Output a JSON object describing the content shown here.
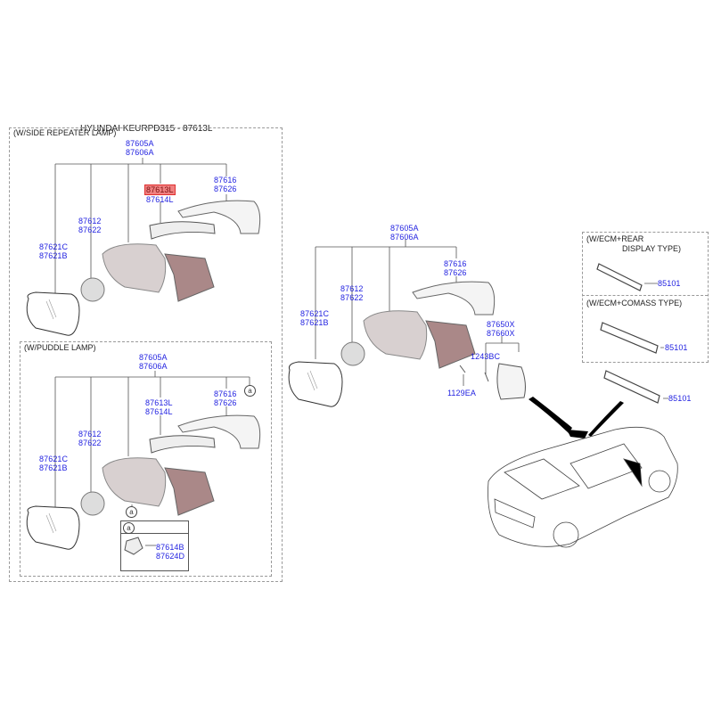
{
  "header": {
    "title": "HYUNDAI KEURPD315 - 87613L"
  },
  "colors": {
    "part_label": "#1f1fe0",
    "highlight_fill": "#f08080",
    "highlight_border": "#e03030",
    "caption": "#222222"
  },
  "left_panel": {
    "section_repeater": {
      "caption": "(W/SIDE REPEATER LAMP)",
      "assembly": [
        "87605A",
        "87606A"
      ],
      "cover": [
        "87616",
        "87626"
      ],
      "repeater_lamp": [
        "87613L",
        "87614L"
      ],
      "highlighted_part": "87613L",
      "actuator": [
        "87612",
        "87622"
      ],
      "glass": [
        "87621C",
        "87621B"
      ]
    },
    "section_puddle": {
      "caption": "(W/PUDDLE LAMP)",
      "assembly": [
        "87605A",
        "87606A"
      ],
      "cover": [
        "87616",
        "87626"
      ],
      "repeater_lamp": [
        "87613L",
        "87614L"
      ],
      "actuator": [
        "87612",
        "87622"
      ],
      "glass": [
        "87621C",
        "87621B"
      ],
      "ref_marker": "a",
      "detail": {
        "marker": "a",
        "puddle_lamp": [
          "87614B",
          "87624D"
        ]
      }
    }
  },
  "center": {
    "assembly": [
      "87605A",
      "87606A"
    ],
    "cover": [
      "87616",
      "87626"
    ],
    "actuator": [
      "87612",
      "87622"
    ],
    "glass": [
      "87621C",
      "87621B"
    ],
    "triangle_cover": [
      "87650X",
      "87660X"
    ],
    "screw_a": "1243BC",
    "screw_b": "1129EA"
  },
  "right_panel": {
    "ecm_rear_display": {
      "caption_line1": "(W/ECM+REAR",
      "caption_line2": "DISPLAY TYPE)",
      "part": "85101"
    },
    "ecm_compass": {
      "caption": "(W/ECM+COMASS TYPE)",
      "part": "85101"
    },
    "standard_mirror": {
      "part": "85101"
    }
  }
}
